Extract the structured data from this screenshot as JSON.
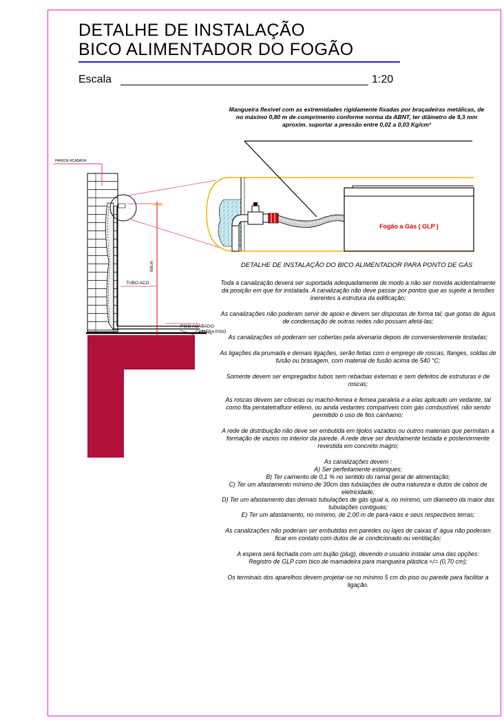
{
  "title": {
    "line1": "DETALHE DE INSTALAÇÃO",
    "line2": "BICO ALIMENTADOR DO FOGÃO"
  },
  "scale": {
    "label": "Escala",
    "value": "1:20"
  },
  "drawing_labels": {
    "parede_acabada": "PAREDE ACABADA",
    "tubo_aco": "TUBO ACO",
    "piso_acabado": "PISO ACABADO",
    "contra_piso": "CONTRA PISO",
    "height": "60cm",
    "fogao": "Fogão a Gás ( GLP )"
  },
  "hose_note": "Mangueira flexivel com as extremidades rigidamente fixadas por braçadeiras metálicas, de no máximo 0,80 m de comprimento conforme norma da ABNT, ter diâmetro de 9,3 mm aproxim. suportar a pressão entre 0,02 a 0,03 Kg/cm²",
  "detail_title": "DETALHE DE INSTALAÇÃO DO BICO ALIMENTADOR PARA PONTO DE GÁS",
  "paragraphs": [
    "Toda a canalização deverá ser suportada adequadamente de modo a não ser movida acidentalmente da posição em que for instalada. A canalização não deve passar por pontos que as sujeite a tensões inerentes a estrutura da edificação;",
    "As canalizações não poderam servir de apoio e devem ser dispostas de forma tal, que gotas de água de condensação de outras redes não possam afetá-las;",
    "As canalizações só poderam ser cobertas pela alvenaria depois de convenientemente testadas;",
    "As ligações da prumada e demais ligações, serão feitas com o emprego de roscas, flanges, soldas de fusão ou brasagem, com material de fusão acima de 540 °C;",
    "Somente devem ser empregados tubos sem rebarbas externas e sem defeitos de estruturas e de roscas;",
    "As roscas devem ser cônicas ou macho-femea e femea paralela e a elas aplicado um vedante, tal como fita pentatetrafluor etileno, ou ainda vedantes compatíveis com gás combustível, não sendo permitido o uso de fios canhamo;",
    "A rede de distribuição não deve ser embutida em tijolos vazados ou outros materiais que permitam a formação de vazios no interior da parede. A rede deve ser devidamente testada e posteriormente revestida em concreto magro;"
  ],
  "requirements": {
    "intro": "As canalizações devem :",
    "items": [
      "A) Ser perfeitamente estanques;",
      "B) Ter caimento de 0,1 % no sentido do ramal geral de alimentação;",
      "C) Ter um afastamento mínimo de 30cm das tubulações de outra natureza e dutos de cabos de eletricidade;",
      "D) Ter um afastamento das demais tubulações de gás igual a, no mínimo, um diametro da maior das tubulações contiguas;",
      "E) Ter um afastamento, no mínimo, de 2,00 m de pará-raios e seus respectivos terras;"
    ]
  },
  "paragraphs_end": [
    "As canalizações não poderam ser embutidas em paredes ou lajes de caixas d' água não poderam ficar em contato com dutos de ar condicionado ou ventilação;",
    "A espera será fechada com um bujão (plug), devendo o usuário instalar uma das opções:",
    "Registro de GLP com bico de mamadeira para mangueira plástica </= (0,70 cm);",
    "Os terminais dos aparelhos devem projetar-se no mínimo 5 cm do piso ou parede para facilitar a ligação."
  ],
  "colors": {
    "frame": "#e020e0",
    "title_rule": "#2020e0",
    "slab": "#b0103a",
    "leader": "#e04060",
    "label_red": "#e00000",
    "orange": "#f0b400"
  }
}
